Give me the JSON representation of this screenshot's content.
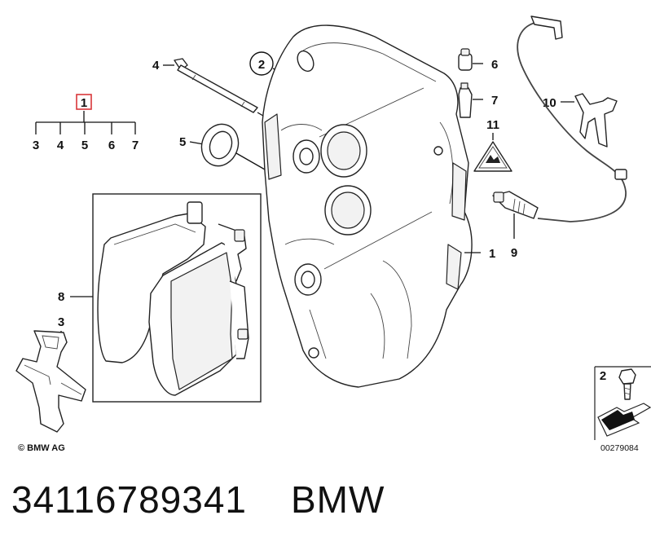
{
  "labels": {
    "assembly": "1",
    "tree": [
      "3",
      "4",
      "5",
      "6",
      "7"
    ],
    "bolt": "4",
    "seal": "5",
    "screw": "2",
    "bleeder_cap": "6",
    "bleeder": "7",
    "warning": "11",
    "sensor_clip": "10",
    "caliper": "1",
    "sensor": "9",
    "pads": "8",
    "spring": "3",
    "inset_screw": "2"
  },
  "copyright": "© BMW AG",
  "drawing_number": "00279084",
  "caption": {
    "part_number": "34116789341",
    "brand": "BMW"
  },
  "colors": {
    "highlight_box": "#d8363a",
    "line": "#111111"
  }
}
